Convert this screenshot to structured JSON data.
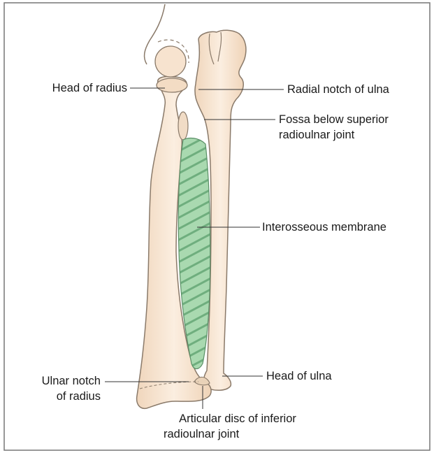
{
  "labels": {
    "head_of_radius": "Head of radius",
    "radial_notch_of_ulna": "Radial notch of ulna",
    "fossa_line1": "Fossa below superior",
    "fossa_line2": "radioulnar joint",
    "interosseous_membrane": "Interosseous membrane",
    "ulnar_notch_line1": "Ulnar notch",
    "ulnar_notch_line2": "of radius",
    "head_of_ulna": "Head of ulna",
    "articular_disc_line1": "Articular disc of inferior",
    "articular_disc_line2": "radioulnar joint"
  },
  "colors": {
    "bone_fill": "#f6e3cc",
    "bone_stroke": "#8a7a6a",
    "membrane_fill": "#9fd3a8",
    "membrane_stripe": "#6fae7e",
    "leader_line": "#333333",
    "frame": "#777777"
  }
}
